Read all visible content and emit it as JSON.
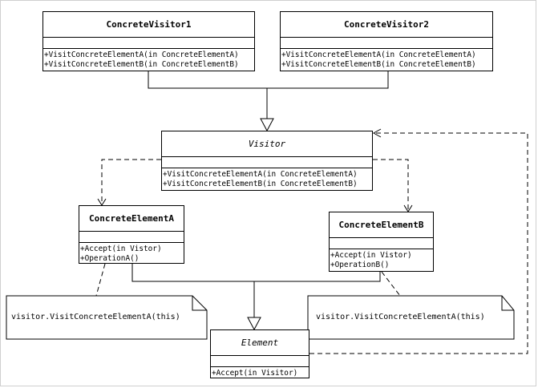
{
  "classes": {
    "concrete_visitor1": {
      "name": "ConcreteVisitor1",
      "operations": [
        "+VisitConcreteElementA(in ConcreteElementA)",
        "+VisitConcreteElementB(in ConcreteElementB)"
      ]
    },
    "concrete_visitor2": {
      "name": "ConcreteVisitor2",
      "operations": [
        "+VisitConcreteElementA(in ConcreteElementA)",
        "+VisitConcreteElementB(in ConcreteElementB)"
      ]
    },
    "visitor": {
      "name": "Visitor",
      "operations": [
        "+VisitConcreteElementA(in ConcreteElementA)",
        "+VisitConcreteElementB(in ConcreteElementB)"
      ]
    },
    "concrete_element_a": {
      "name": "ConcreteElementA",
      "operations": [
        "+Accept(in Vistor)",
        "+OperationA()"
      ]
    },
    "concrete_element_b": {
      "name": "ConcreteElementB",
      "operations": [
        "+Accept(in Vistor)",
        "+OperationB()"
      ]
    },
    "element": {
      "name": "Element",
      "operations": [
        "+Accept(in Visitor)"
      ]
    }
  },
  "notes": {
    "note_a": "visitor.VisitConcreteElementA(this)",
    "note_b": "visitor.VisitConcreteElementA(this)"
  },
  "colors": {
    "line": "#000000",
    "background": "#ffffff"
  }
}
